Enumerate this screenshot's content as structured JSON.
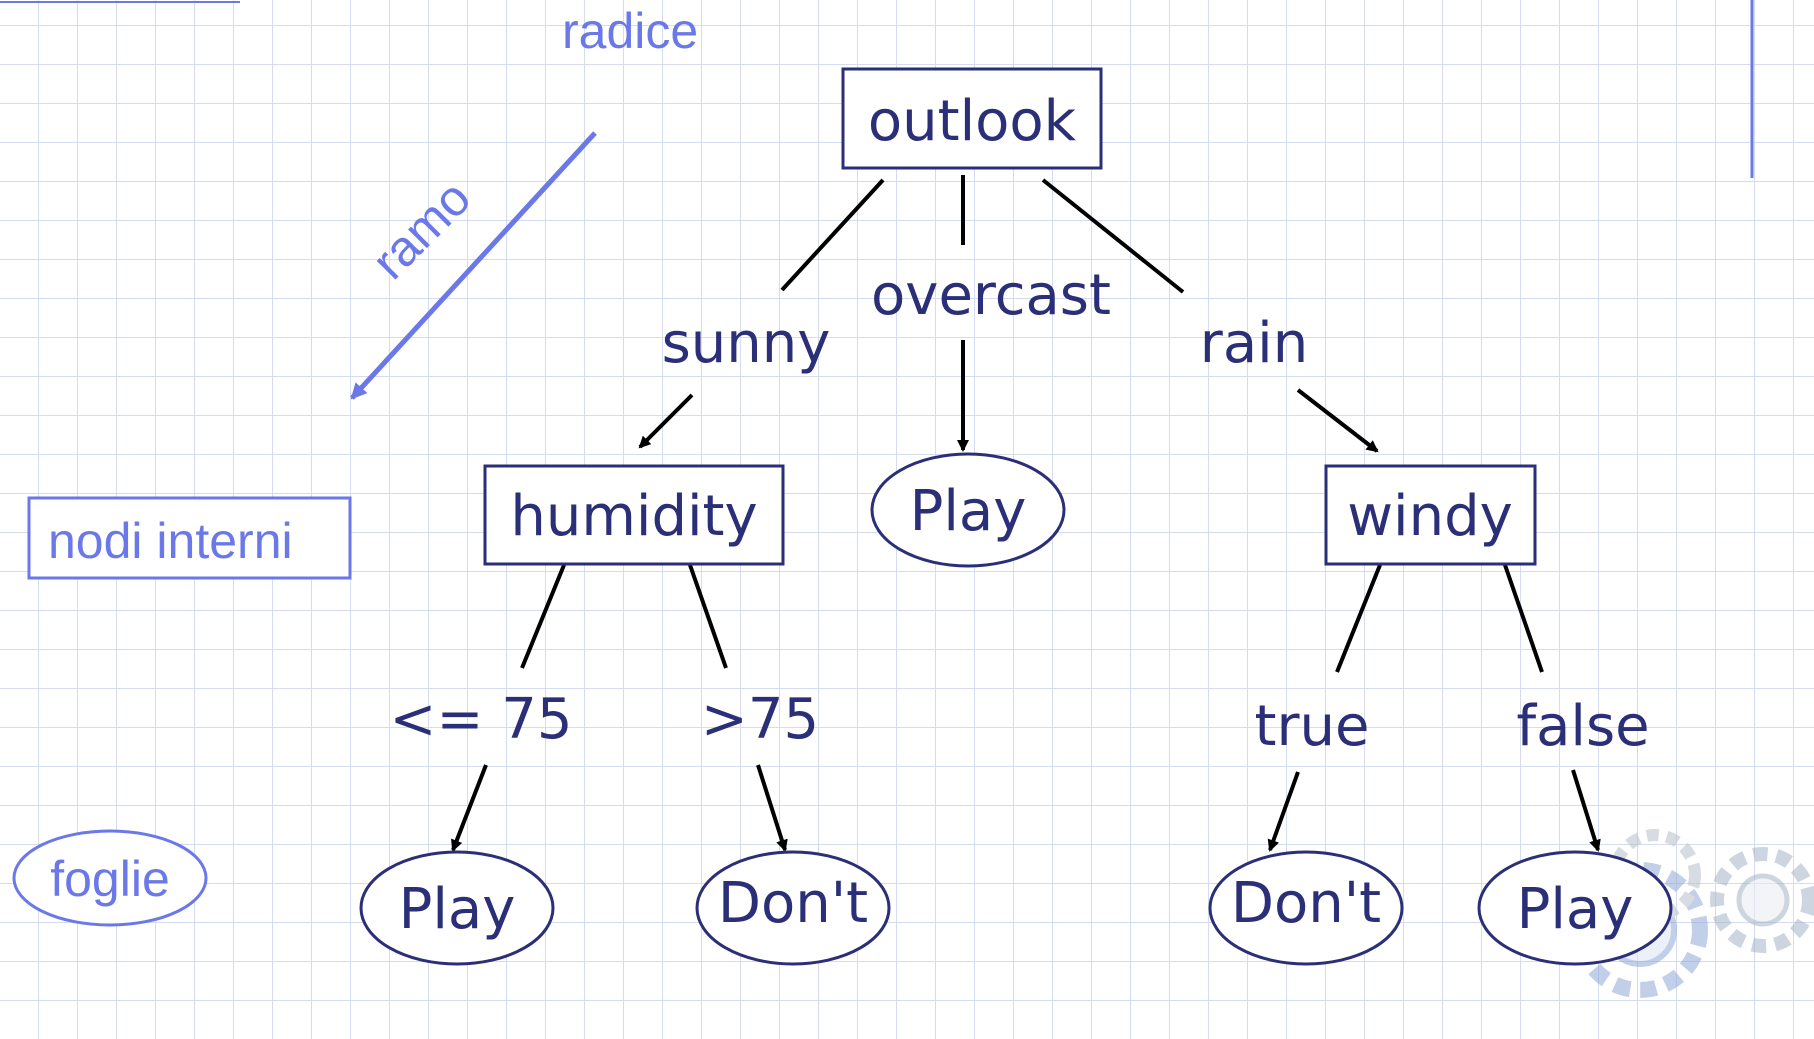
{
  "colors": {
    "diagram_ink": "#2a2f78",
    "annotation_blue": "#6b78e8",
    "grid_line": "#d6dcf0",
    "edge_line": "#000000"
  },
  "annotations": {
    "root": "radice",
    "branch": "ramo",
    "internal_nodes": "nodi interni",
    "leaves": "foglie"
  },
  "tree": {
    "nodes": {
      "outlook": "outlook",
      "humidity": "humidity",
      "windy": "windy",
      "leaf_overcast": "Play",
      "leaf_humidity_low": "Play",
      "leaf_humidity_high": "Don't",
      "leaf_windy_true": "Don't",
      "leaf_windy_false": "Play"
    },
    "edges": {
      "sunny": "sunny",
      "overcast": "overcast",
      "rain": "rain",
      "humidity_low": "<= 75",
      "humidity_high": ">75",
      "windy_true": "true",
      "windy_false": "false"
    }
  }
}
